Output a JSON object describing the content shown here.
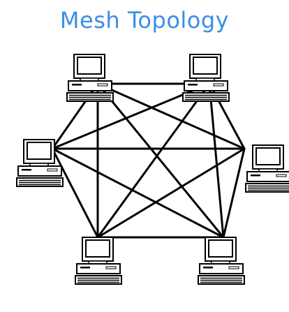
{
  "title": "Mesh Topology",
  "title_color": "#3c8ee6",
  "line_color": "#000000",
  "node_icon": "desktop-computer-icon",
  "nodes": [
    {
      "id": "top-left"
    },
    {
      "id": "top-right"
    },
    {
      "id": "mid-left"
    },
    {
      "id": "mid-right"
    },
    {
      "id": "bottom-left"
    },
    {
      "id": "bottom-right"
    }
  ],
  "edges": [
    [
      "top-left",
      "top-right"
    ],
    [
      "top-left",
      "mid-left"
    ],
    [
      "top-left",
      "mid-right"
    ],
    [
      "top-left",
      "bottom-left"
    ],
    [
      "top-left",
      "bottom-right"
    ],
    [
      "top-right",
      "mid-left"
    ],
    [
      "top-right",
      "mid-right"
    ],
    [
      "top-right",
      "bottom-left"
    ],
    [
      "top-right",
      "bottom-right"
    ],
    [
      "mid-left",
      "mid-right"
    ],
    [
      "mid-left",
      "bottom-left"
    ],
    [
      "mid-left",
      "bottom-right"
    ],
    [
      "mid-right",
      "bottom-left"
    ],
    [
      "mid-right",
      "bottom-right"
    ],
    [
      "bottom-left",
      "bottom-right"
    ]
  ]
}
